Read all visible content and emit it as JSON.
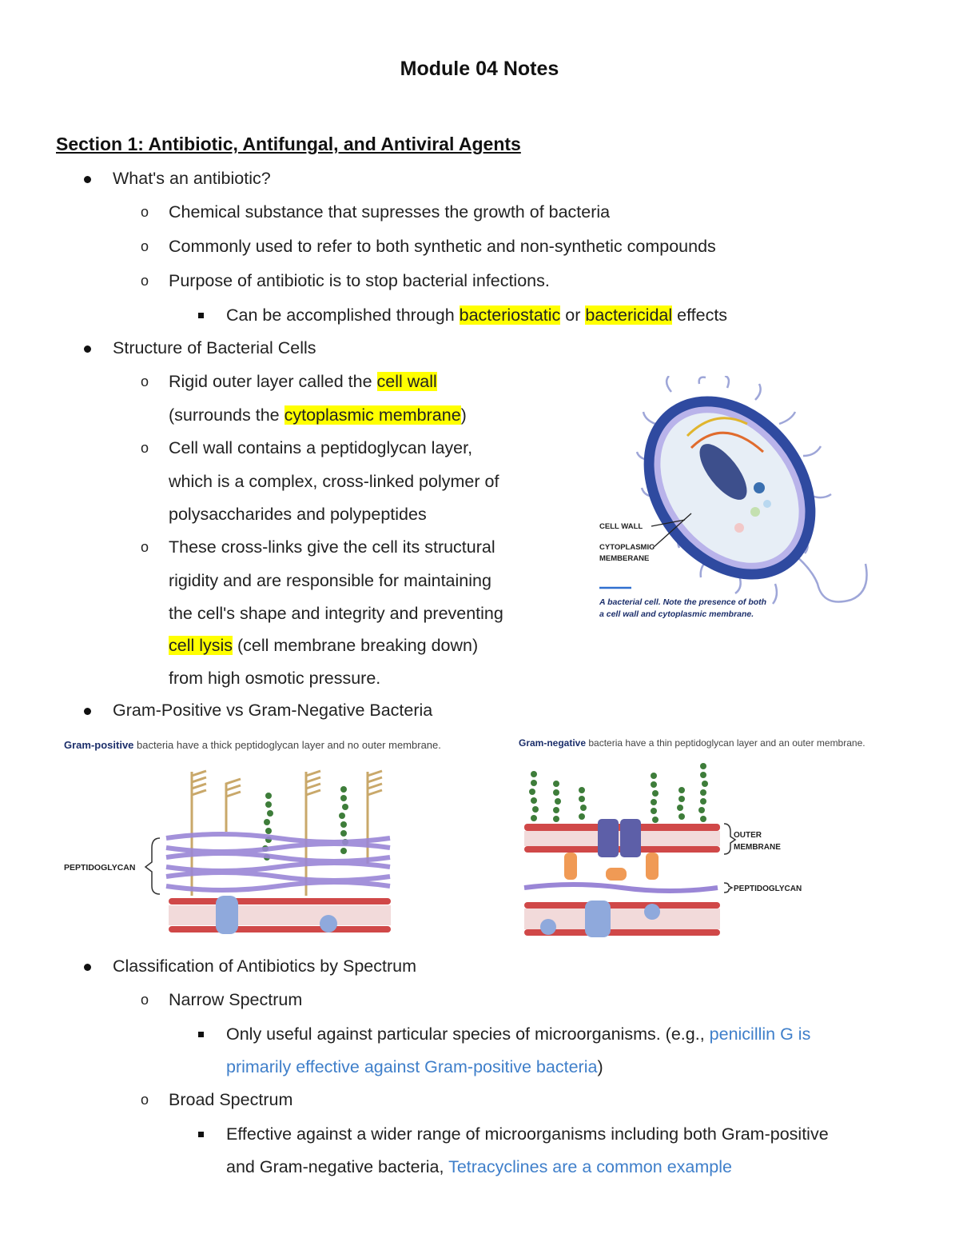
{
  "title": "Module 04 Notes",
  "section1": {
    "heading": "Section 1: Antibiotic, Antifungal, and Antiviral Agents",
    "q1": "What's an antibiotic?",
    "q1_a": "Chemical substance that supresses the growth of bacteria",
    "q1_b": "Commonly used to refer to both synthetic and non-synthetic compounds",
    "q1_c": "Purpose of antibiotic is to stop bacterial infections.",
    "q1_c1_pre": "Can be accomplished through ",
    "q1_c1_h1": "bacteriostatic",
    "q1_c1_mid": " or ",
    "q1_c1_h2": "bactericidal",
    "q1_c1_post": " effects",
    "q2": "Structure of Bacterial Cells",
    "q2_a_pre": "Rigid outer layer called the ",
    "q2_a_h": "cell wall",
    "q2_a2_pre": "(surrounds the ",
    "q2_a2_h": "cytoplasmic membrane",
    "q2_a2_post": ")",
    "q2_b1": "Cell wall contains a peptidoglycan layer,",
    "q2_b2": "which is a complex, cross-linked polymer of",
    "q2_b3": "polysaccharides and polypeptides",
    "q2_c1": "These cross-links give the cell its structural",
    "q2_c2": "rigidity and are responsible for maintaining",
    "q2_c3": "the cell's shape and integrity and preventing",
    "q2_c4_h": "cell lysis",
    "q2_c4_post": " (cell membrane breaking down)",
    "q2_c5": "from high osmotic pressure.",
    "q3": "Gram-Positive vs Gram-Negative Bacteria",
    "q4": "Classification of Antibiotics by Spectrum",
    "q4_a": "Narrow Spectrum",
    "q4_a1_pre": "Only useful against particular species of microorganisms. (e.g., ",
    "q4_a1_blue1": "penicillin G is",
    "q4_a1_blue2": "primarily effective against Gram-positive bacteria",
    "q4_a1_post": ")",
    "q4_b": "Broad Spectrum",
    "q4_b1_l1": "Effective against a wider range of microorganisms including both Gram-positive",
    "q4_b1_pre": "and Gram-negative bacteria, ",
    "q4_b1_blue": "Tetracyclines are a common example"
  },
  "cell_figure": {
    "label_wall": "CELL WALL",
    "label_mem1": "CYTOPLASMIC",
    "label_mem2": "MEMBERANE",
    "caption1": "A bacterial cell. Note the presence of both",
    "caption2": "a cell wall and cytoplasmic membrane."
  },
  "gram_pos_figure": {
    "caption_bold": "Gram-positive",
    "caption_rest": " bacteria have a thick peptidoglycan layer and no outer membrane.",
    "label": "PEPTIDOGLYCAN"
  },
  "gram_neg_figure": {
    "caption_bold": "Gram-negative",
    "caption_rest": " bacteria have a thin peptidoglycan layer and an outer membrane.",
    "label_outer1": "OUTER",
    "label_outer2": "MEMBRANE",
    "label_pg": "PEPTIDOGLYCAN"
  },
  "colors": {
    "highlight": "#ffff00",
    "link_blue": "#3f7fca",
    "cell_wall": "#2f4aa0",
    "peptidoglycan": "#9a86d6",
    "lipid_head": "#d04848",
    "teichoic": "#3e7d3a"
  }
}
